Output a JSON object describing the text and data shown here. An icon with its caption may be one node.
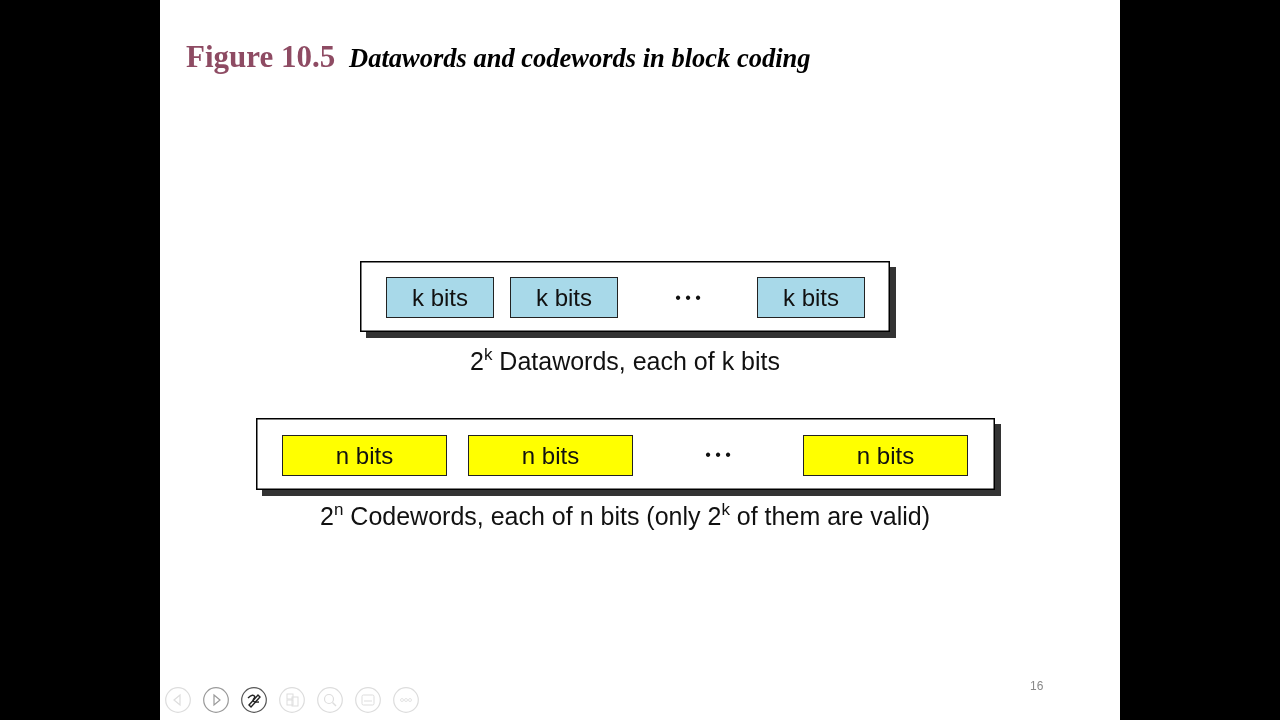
{
  "diagram": {
    "title": "Figure 10.5 *Datawords and codewords in block coding*",
    "nodes": [
      {
        "text": [],
        "shape": "box",
        "beside": [
          "2$^{k}$ Datawords, each of k bits"
        ]
      },
      {
        "text": [
          "k bits"
        ],
        "in": 0
      },
      {
        "text": [
          "k bits"
        ],
        "in": 0
      },
      {
        "text": [
          "k bits"
        ],
        "in": 0
      },
      {
        "text": [],
        "shape": "box",
        "beside": [
          "2$^{n}$ Codewords, each of n bits (only 2$^{k}$ of them are valid)"
        ]
      },
      {
        "text": [
          "n bits"
        ],
        "in": 4
      },
      {
        "text": [
          "n bits"
        ],
        "in": 4
      },
      {
        "text": [
          "n bits"
        ],
        "in": 4
      }
    ],
    "labels": [
      "• • •",
      "• • •",
      "16"
    ]
  }
}
